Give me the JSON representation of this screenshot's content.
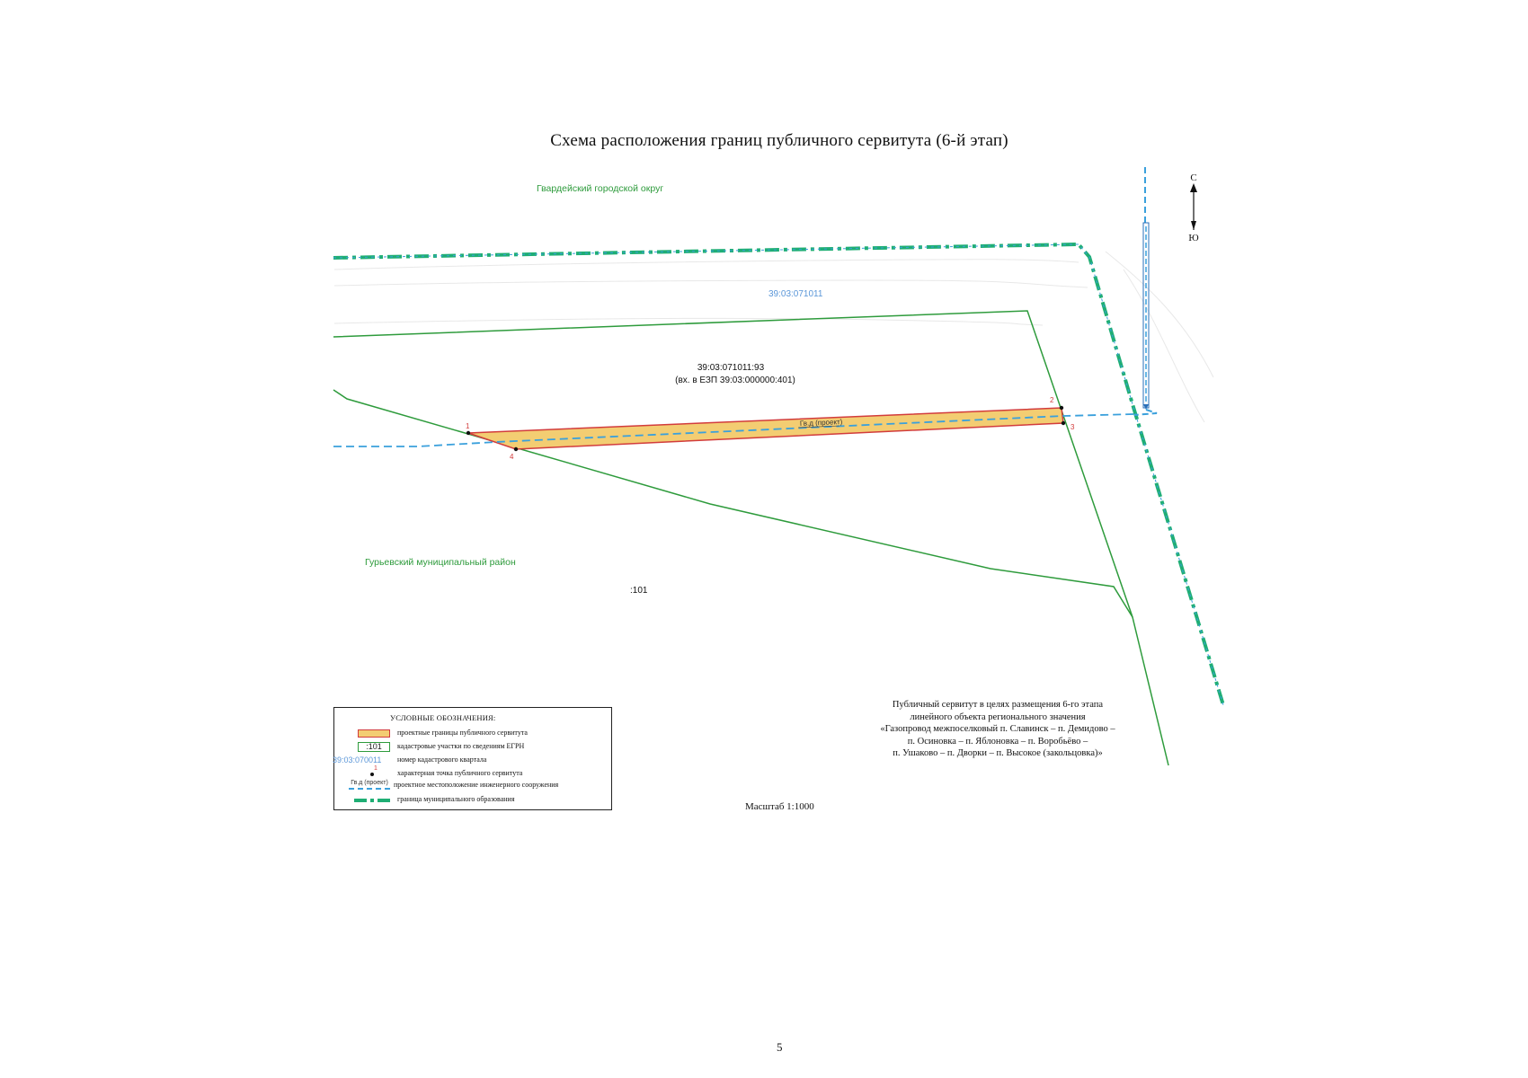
{
  "title": "Схема расположения границ публичного сервитута (6-й этап)",
  "map": {
    "district_top": "Гвардейский городской округ",
    "district_bottom": "Гурьевский муниципальный район",
    "quarter_number": "39:03:071011",
    "parcel_main_number": "39:03:071011:93",
    "parcel_main_note": "(вх. в ЕЗП 39:03:000000:401)",
    "parcel_other": ":101",
    "pipeline_label": "Гв.д (проект)",
    "compass_north": "С",
    "compass_south": "Ю",
    "points": [
      "1",
      "2",
      "3",
      "4"
    ]
  },
  "legend": {
    "title": "УСЛОВНЫЕ ОБОЗНАЧЕНИЯ:",
    "items": [
      {
        "symbol": "servitude-boundary",
        "text": "проектные границы публичного сервитута"
      },
      {
        "symbol": "parcel",
        "symbol_text": ":101",
        "text": "кадастровые участки по сведениям ЕГРН"
      },
      {
        "symbol": "quarter",
        "symbol_text": "39:03:070011",
        "text": "номер кадастрового квартала"
      },
      {
        "symbol": "point",
        "symbol_text": "1",
        "text": "характерная точка публичного сервитута"
      },
      {
        "symbol": "pipeline",
        "symbol_text": "Гв.д (проект)",
        "text": "проектное местоположение инженерного сооружения"
      },
      {
        "symbol": "municipal-boundary",
        "text": "граница муниципального образования"
      }
    ]
  },
  "note": {
    "lines": [
      "Публичный сервитут в целях размещения 6-го этапа",
      "линейного объекта регионального значения",
      "«Газопровод межпоселковый п. Славинск – п. Демидово –",
      "п. Осиновка – п. Яблоновка – п. Воробьёво –",
      "п. Ушаково – п. Дворки – п. Высокое (закольцовка)»"
    ]
  },
  "scale": "Масштаб 1:1000",
  "page_number": "5",
  "colors": {
    "parcel_line": "#2e9b3c",
    "municipal_boundary": "#1fae74",
    "pipeline": "#3aa0dc",
    "servitude_fill": "#f3cd72",
    "servitude_stroke": "#d23c3c",
    "quarter_text": "#5a96d8",
    "district_text": "#2e9b3c"
  }
}
